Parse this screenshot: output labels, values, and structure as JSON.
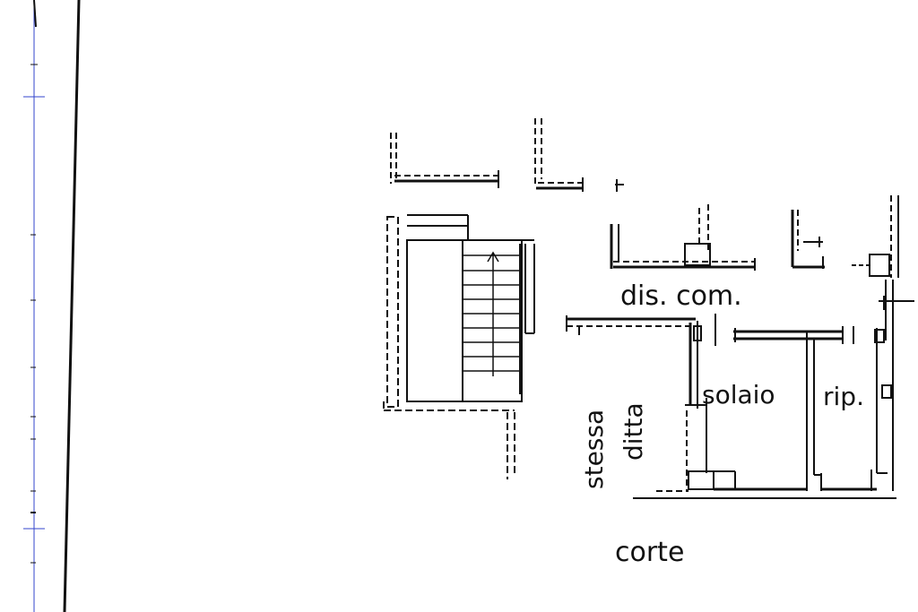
{
  "plan": {
    "labels": {
      "dis_com": "dis. com.",
      "solaio": "solaio",
      "rip": "rip.",
      "stessa": "stessa",
      "ditta": "ditta",
      "corte": "corte"
    },
    "colors": {
      "ink": "#111111",
      "margin_line": "#3344cc",
      "background": "#ffffff"
    }
  }
}
